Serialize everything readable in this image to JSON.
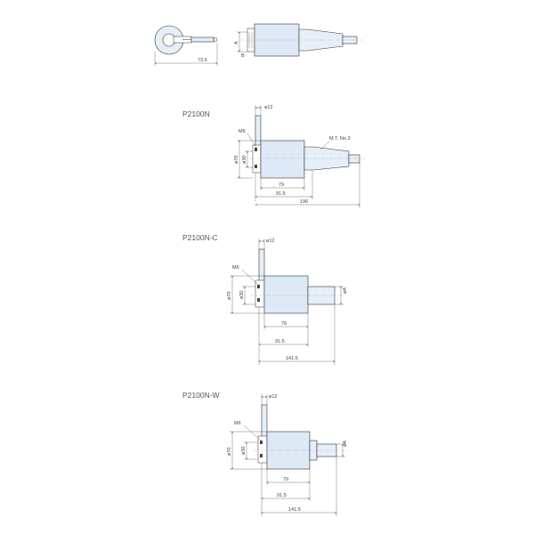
{
  "top_view": {
    "dim_length": "73.5",
    "dim_a": "A",
    "dim_b": "B"
  },
  "p2100n": {
    "title": "P2100N",
    "dia_pin": "ø12",
    "thread": "M6",
    "dia_body": "ø70",
    "dia_hub": "ø30",
    "taper": "M.T. No.3",
    "dim_79": "79",
    "dim_91": "91.5",
    "dim_total": "196"
  },
  "p2100nc": {
    "title": "P2100N-C",
    "dia_pin": "ø12",
    "thread": "M6",
    "dia_body": "ø70",
    "dia_hub": "ø30",
    "dia_shank": "øA",
    "dim_79": "79",
    "dim_91": "91.5",
    "dim_total": "141.5"
  },
  "p2100nw": {
    "title": "P2100N-W",
    "dia_pin": "ø12",
    "thread": "M6",
    "dia_body": "ø70",
    "dia_hub": "ø30",
    "dia_shank": "øA",
    "dim_79": "79",
    "dim_91": "91.5",
    "dim_total": "141.5"
  }
}
